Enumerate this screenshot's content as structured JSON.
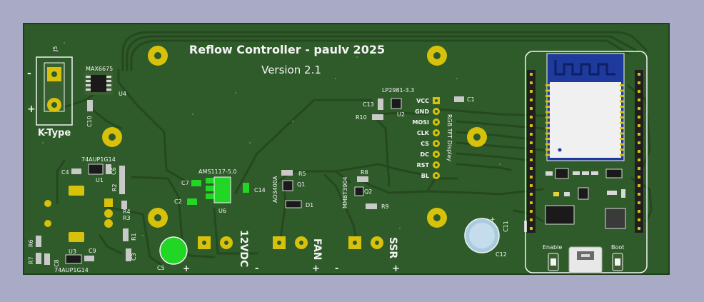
{
  "board": {
    "title": "Reflow Controller - paulv 2025",
    "version": "Version 2.1",
    "colors": {
      "background": "#a9aac5",
      "soldermask": "#2f5b2a",
      "trace": "#27491f",
      "silkscreen": "#f4f4f4",
      "pad_gold": "#d8c10a",
      "highlight_green": "#22d626",
      "module_blue": "#1d3a9c"
    }
  },
  "labels": {
    "j5": "J5",
    "ktype": "K-Type",
    "ktype_minus": "-",
    "ktype_plus": "+",
    "max": "MAX6675",
    "u4": "U4",
    "c10": "C10",
    "u1_part": "74AUP1G14",
    "c4": "C4",
    "u1": "U1",
    "c6": "C6",
    "r2": "R2",
    "r4": "R4",
    "r3": "R3",
    "r1": "R1",
    "c3": "C3",
    "r6": "R6",
    "r7": "R7",
    "c8": "C8",
    "u3": "U3",
    "u3_part": "74AUP1G14",
    "c9": "C9",
    "c5": "C5",
    "c5_plus": "+",
    "ams": "AMS1117-5.0",
    "c7": "C7",
    "c14": "C14",
    "c2": "C2",
    "u6": "U6",
    "r5": "R5",
    "q1": "Q1",
    "ao": "AO3400A",
    "d1": "D1",
    "r8": "R8",
    "q2": "Q2",
    "mmbt": "MMBT3904",
    "r9": "R9",
    "lp": "LP2981-3.3",
    "c13": "C13",
    "u2": "U2",
    "c1": "C1",
    "r10": "R10",
    "pins": [
      "VCC",
      "GND",
      "MOSI",
      "CLK",
      "CS",
      "DC",
      "RST",
      "BL"
    ],
    "display": "RGB TFT Display",
    "v12": "12VDC",
    "v12_minus": "-",
    "v12_plus": "+",
    "fan": "FAN",
    "fan_plus": "+",
    "fan_minus": "-",
    "ssr": "SSR",
    "ssr_plus": "+",
    "c11": "C11",
    "c11_plus": "+",
    "c12": "C12",
    "enable": "Enable",
    "boot": "Boot"
  }
}
